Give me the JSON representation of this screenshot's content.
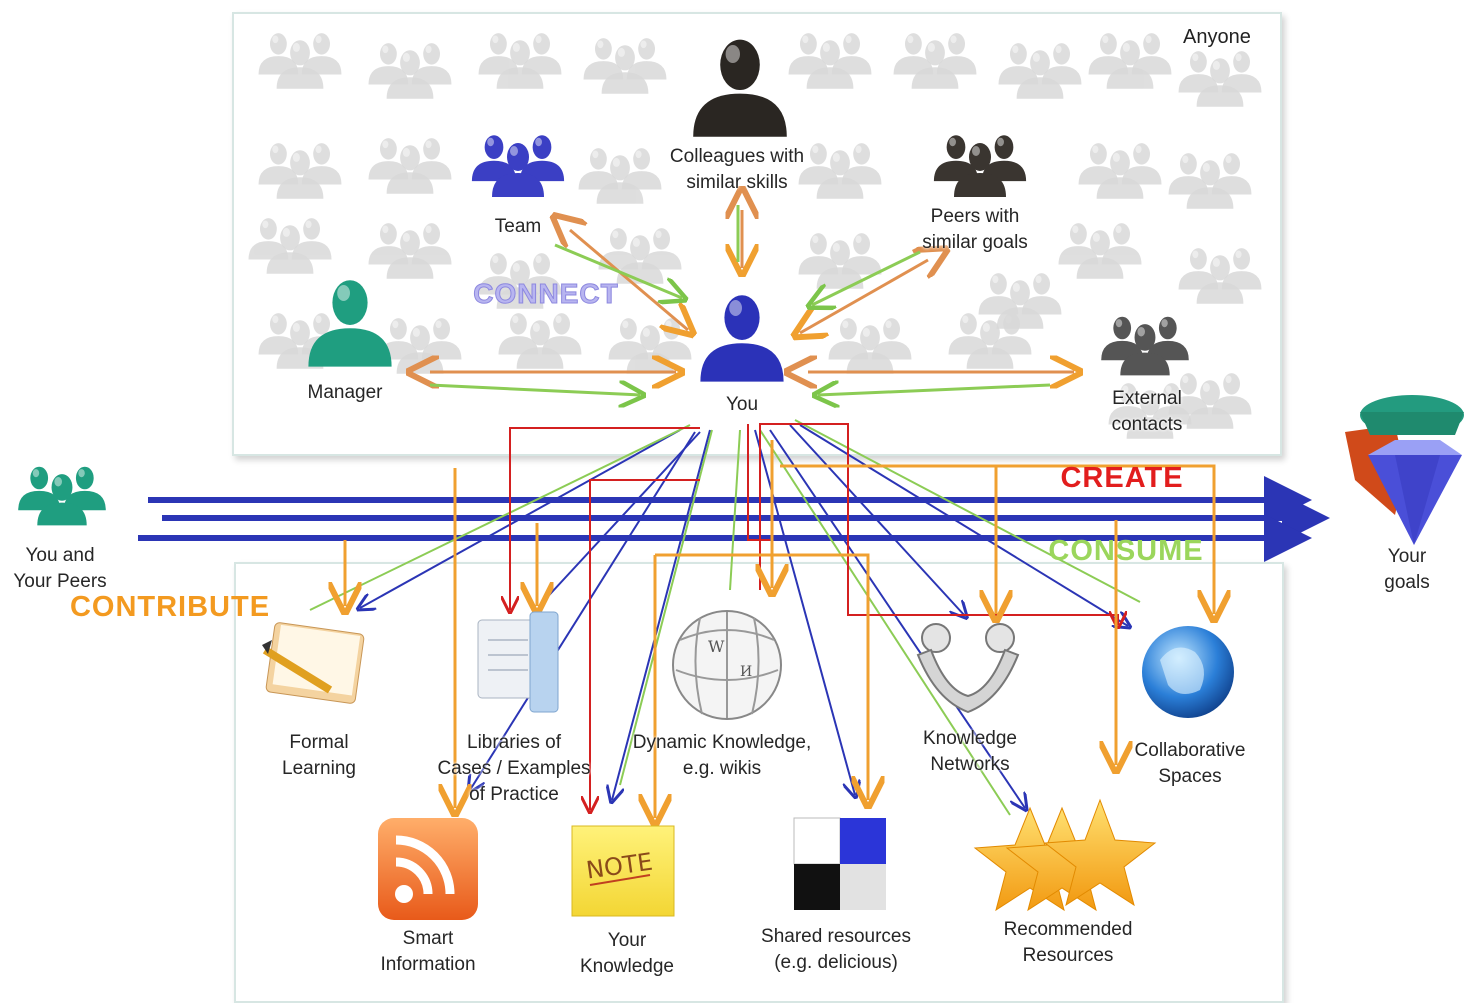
{
  "title": "",
  "scope_label": "Anyone",
  "people": {
    "colleagues": "Colleagues with\nsimilar skills",
    "team": "Team",
    "peers": "Peers with\nsimilar goals",
    "manager": "Manager",
    "you": "You",
    "external": "External\ncontacts",
    "you_and_peers": "You and\nYour Peers",
    "goals": "Your\ngoals"
  },
  "actions": {
    "connect": "CONNECT",
    "create": "CREATE",
    "consume": "CONSUME",
    "contribute": "CONTRIBUTE"
  },
  "resources": {
    "formal_learning": "Formal\nLearning",
    "libraries": "Libraries of\nCases / Examples\nof Practice",
    "dynamic_knowledge": "Dynamic Knowledge,\ne.g. wikis",
    "knowledge_networks": "Knowledge\nNetworks",
    "collaborative_spaces": "Collaborative\nSpaces",
    "smart_information": "Smart\nInformation",
    "your_knowledge": "Your\nKnowledge",
    "shared_resources": "Shared resources\n(e.g. delicious)",
    "recommended_resources": "Recommended\nResources"
  },
  "icons": {
    "note_text": "NOTE",
    "colors": {
      "team": "#3b3fc4",
      "colleagues": "#2a2622",
      "peers": "#3a3530",
      "manager": "#1f9e80",
      "you": "#2b32b8",
      "external": "#555555",
      "crowd": "#d9d9d9",
      "arrow_orange": "#f0a030",
      "arrow_green": "#8ccc55",
      "arrow_blue": "#2b35b5",
      "arrow_red": "#d42020"
    }
  }
}
